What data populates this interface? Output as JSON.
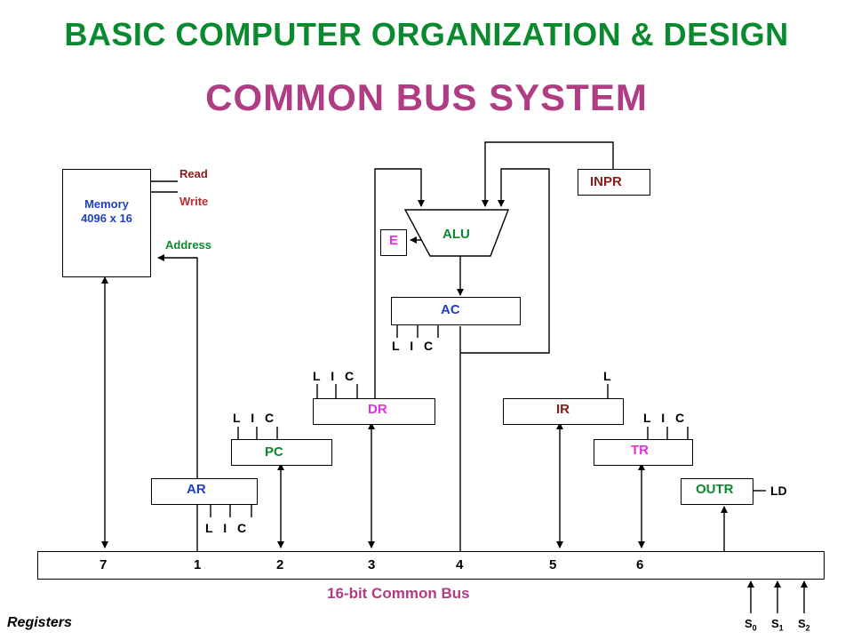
{
  "title": "BASIC  COMPUTER ORGANIZATION & DESIGN",
  "subtitle": "COMMON  BUS  SYSTEM",
  "memory": {
    "line1": "Memory",
    "line2": "4096 x 16",
    "read": "Read",
    "write": "Write",
    "address": "Address"
  },
  "registers": {
    "ar": "AR",
    "pc": "PC",
    "dr": "DR",
    "ac": "AC",
    "ir": "IR",
    "tr": "TR",
    "inpr": "INPR",
    "outr": "OUTR",
    "alu": "ALU",
    "e": "E"
  },
  "controls": {
    "ar": "L I C",
    "pc": "L I C",
    "dr": "L I C",
    "ac": "L I C",
    "ir": "L",
    "tr": "L I C",
    "outr": "LD"
  },
  "bus": {
    "label": "16-bit Common Bus",
    "numbers": [
      "7",
      "1",
      "2",
      "3",
      "4",
      "5",
      "6"
    ]
  },
  "select_lines": [
    "S",
    "S",
    "S"
  ],
  "select_subs": [
    "0",
    "1",
    "2"
  ],
  "footer": "Registers",
  "colors": {
    "title": "#0a8a2e",
    "subtitle": "#b03c84",
    "blue": "#1f3fbf",
    "green": "#0a8a2e",
    "red": "#c0282a",
    "darkred": "#8b1a1a",
    "magenta": "#e030e0"
  }
}
